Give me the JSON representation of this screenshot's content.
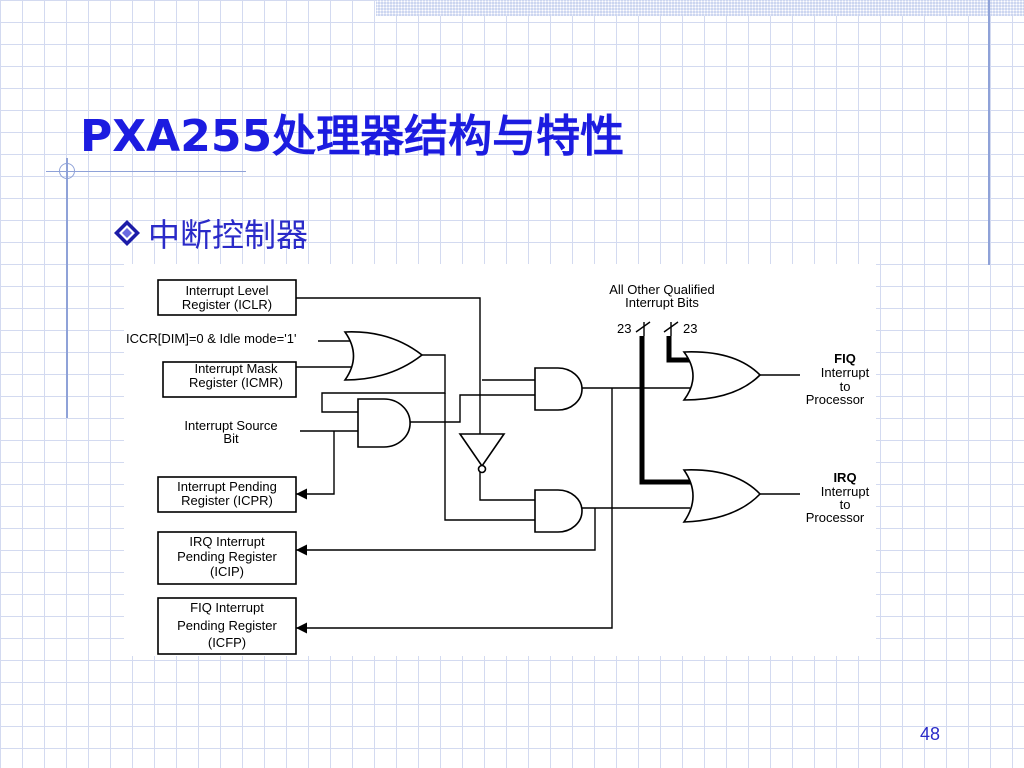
{
  "slide": {
    "title": "PXA255处理器结构与特性",
    "bullet_text": "中断控制器",
    "page_number": "48"
  },
  "colors": {
    "title": "#1c1ce0",
    "bullet_text": "#2a2ac8",
    "grid_line": "#d3daf0",
    "accent_rule": "#8fa2d8",
    "top_band": "#ccd6f0"
  },
  "diagram": {
    "registers": {
      "iclr": [
        "Interrupt Level",
        "Register (ICLR)"
      ],
      "icmr": [
        "Interrupt Mask",
        "Register (ICMR)"
      ],
      "icpr": [
        "Interrupt Pending",
        "Register (ICPR)"
      ],
      "icip": [
        "IRQ Interrupt",
        "Pending Register",
        "(ICIP)"
      ],
      "icfp": [
        "FIQ Interrupt",
        "Pending Register",
        "(ICFP)"
      ]
    },
    "iccr_label": "ICCR[DIM]=0 & Idle mode='1'",
    "source_label": [
      "Interrupt Source",
      "Bit"
    ],
    "other_bits": [
      "All Other Qualified",
      "Interrupt Bits"
    ],
    "bus_width_left": "23",
    "bus_width_right": "23",
    "fiq_output": {
      "name": "FIQ",
      "desc": [
        "Interrupt",
        "to",
        "Processor"
      ]
    },
    "irq_output": {
      "name": "IRQ",
      "desc": [
        "Interrupt",
        "to",
        "Processor"
      ]
    }
  }
}
